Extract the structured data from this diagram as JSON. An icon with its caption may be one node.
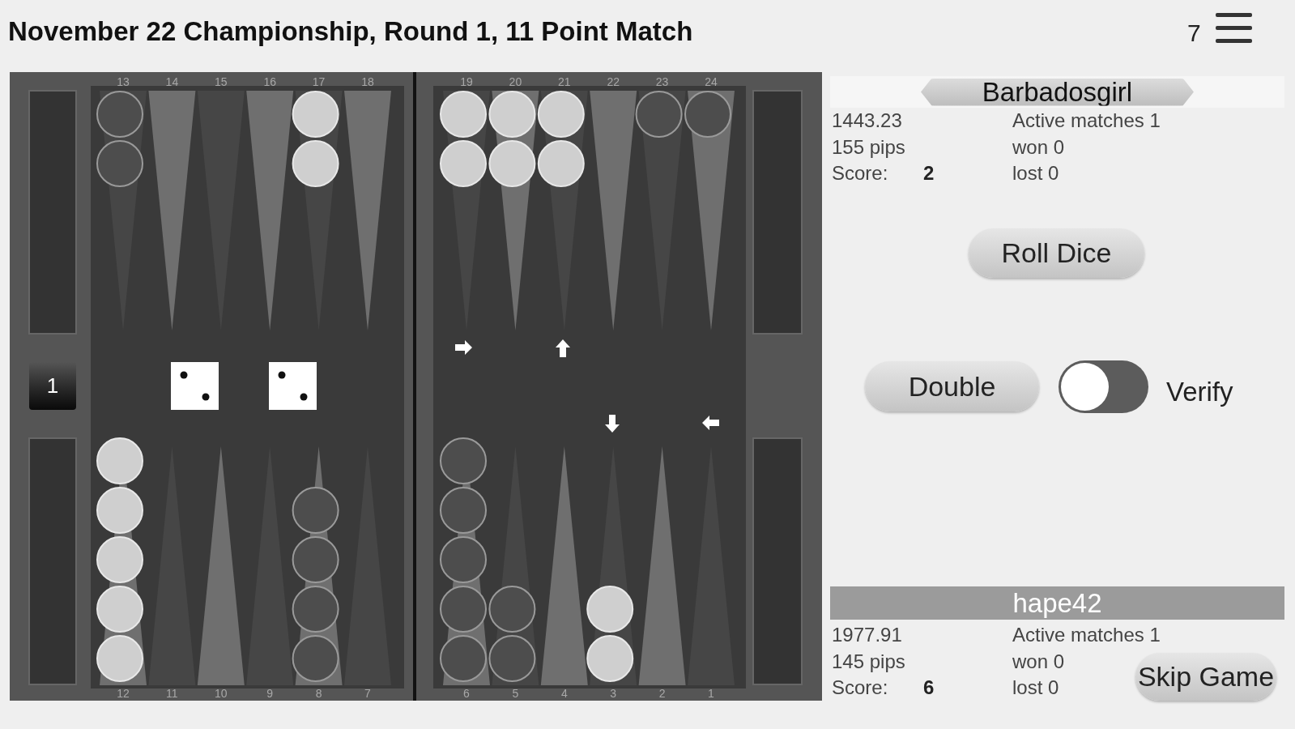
{
  "diagram": {
    "title": "November 22 Championship, Round 1, 11 Point Match",
    "nodes": [
      {
        "text": [
          "Barbadosgirl"
        ]
      },
      {
        "text": [
          "Roll Dice"
        ]
      },
      {
        "text": [
          "Double"
        ]
      },
      {
        "text": [
          "hape42"
        ]
      },
      {
        "text": [
          "Skip Game"
        ]
      },
      {
        "text": [
          "1"
        ]
      },
      {
        "text": [],
        "shape": "box"
      },
      {
        "text": [],
        "shape": "box"
      }
    ],
    "labels": [
      "7",
      "13",
      "14",
      "15",
      "16",
      "17",
      "18",
      "19",
      "20",
      "21",
      "22",
      "23",
      "24",
      "12",
      "11",
      "10",
      "9",
      "8",
      "7",
      "6",
      "5",
      "4",
      "3",
      "2",
      "1",
      "1443.23",
      "Active matches 1",
      "155 pips",
      "won 0",
      "Score:",
      "2",
      "lost 0",
      "Verify",
      "1977.91",
      "Active matches 1",
      "145 pips",
      "won 0",
      "Score:",
      "6",
      "lost 0"
    ]
  }
}
